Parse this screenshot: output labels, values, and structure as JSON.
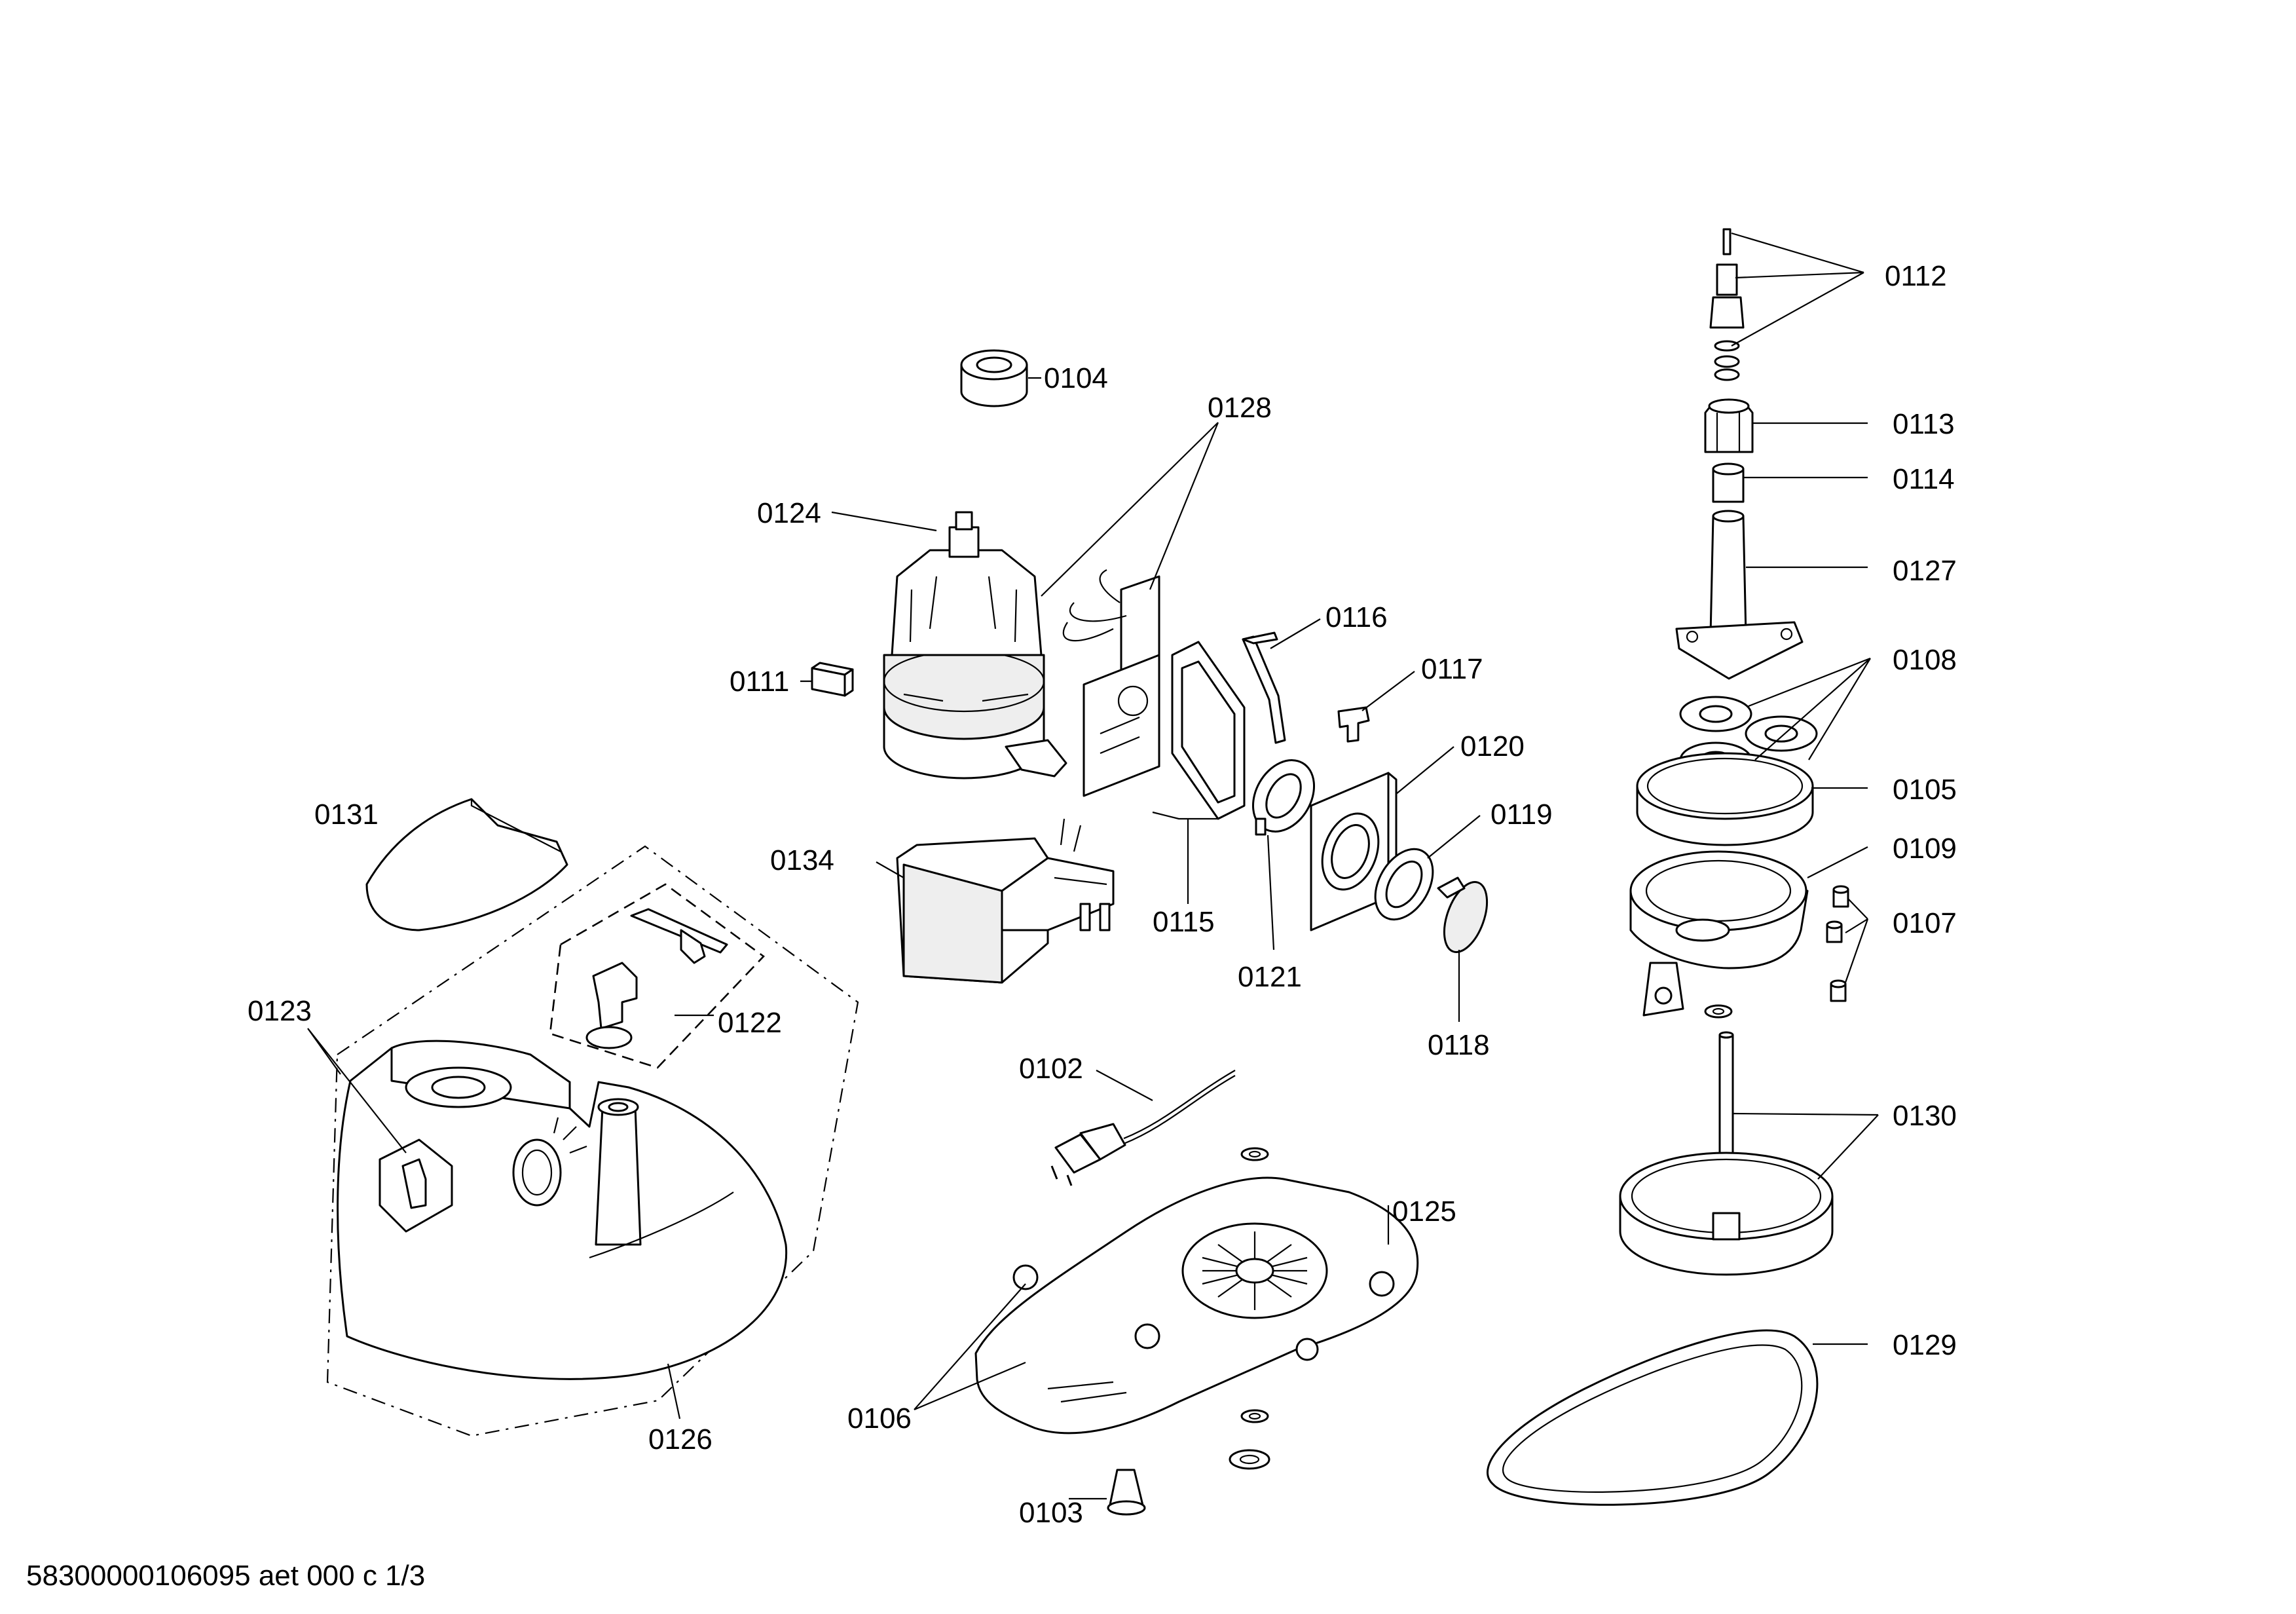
{
  "diagram": {
    "labels": [
      {
        "id": "0104",
        "text": "0104"
      },
      {
        "id": "0128",
        "text": "0128"
      },
      {
        "id": "0124",
        "text": "0124"
      },
      {
        "id": "0111",
        "text": "0111"
      },
      {
        "id": "0116",
        "text": "0116"
      },
      {
        "id": "0117",
        "text": "0117"
      },
      {
        "id": "0120",
        "text": "0120"
      },
      {
        "id": "0119",
        "text": "0119"
      },
      {
        "id": "0115",
        "text": "0115"
      },
      {
        "id": "0121",
        "text": "0121"
      },
      {
        "id": "0118",
        "text": "0118"
      },
      {
        "id": "0131",
        "text": "0131"
      },
      {
        "id": "0134",
        "text": "0134"
      },
      {
        "id": "0123",
        "text": "0123"
      },
      {
        "id": "0122",
        "text": "0122"
      },
      {
        "id": "0126",
        "text": "0126"
      },
      {
        "id": "0102",
        "text": "0102"
      },
      {
        "id": "0125",
        "text": "0125"
      },
      {
        "id": "0106",
        "text": "0106"
      },
      {
        "id": "0103",
        "text": "0103"
      },
      {
        "id": "0112",
        "text": "0112"
      },
      {
        "id": "0113",
        "text": "0113"
      },
      {
        "id": "0114",
        "text": "0114"
      },
      {
        "id": "0127",
        "text": "0127"
      },
      {
        "id": "0108",
        "text": "0108"
      },
      {
        "id": "0105",
        "text": "0105"
      },
      {
        "id": "0109",
        "text": "0109"
      },
      {
        "id": "0107",
        "text": "0107"
      },
      {
        "id": "0130",
        "text": "0130"
      },
      {
        "id": "0129",
        "text": "0129"
      }
    ],
    "footer": "58300000106095 aet 000 c 1/3"
  }
}
